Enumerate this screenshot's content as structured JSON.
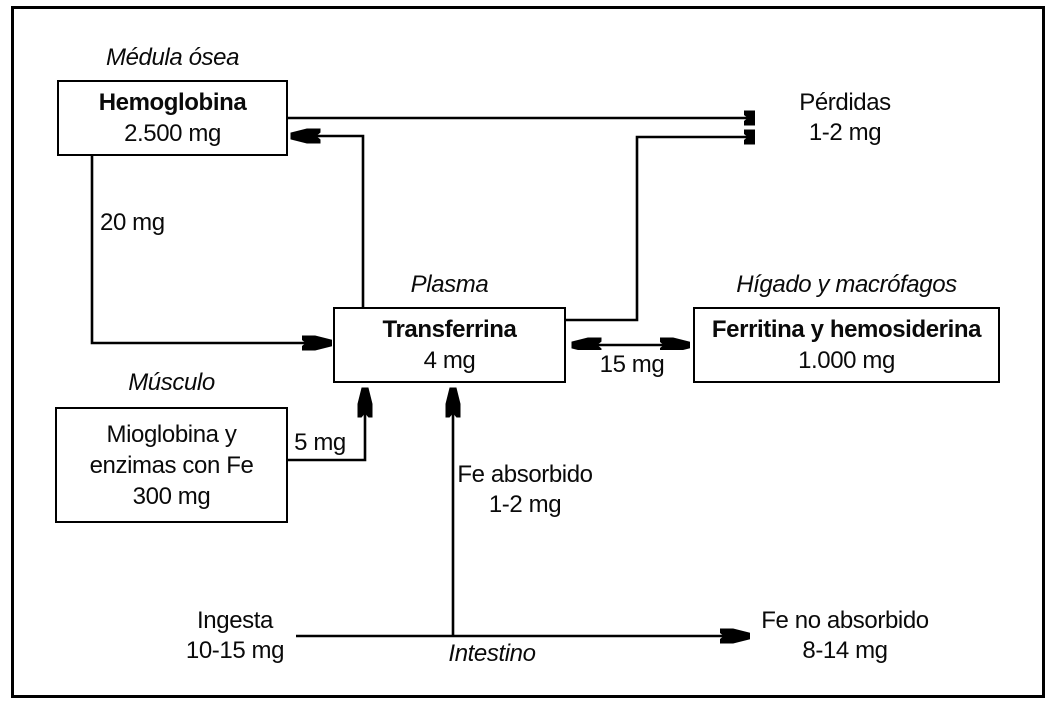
{
  "figure": {
    "background": "#ffffff",
    "line_color": "#000000",
    "regions": {
      "medula_osea": "Médula ósea",
      "plasma": "Plasma",
      "higado": "Hígado y macrófagos",
      "musculo": "Músculo",
      "intestino": "Intestino"
    },
    "boxes": {
      "hemoglobina": {
        "title": "Hemoglobina",
        "amount": "2.500 mg"
      },
      "transferrina": {
        "title": "Transferrina",
        "amount": "4 mg"
      },
      "ferritina": {
        "title": "Ferritina y hemosiderina",
        "amount": "1.000 mg"
      },
      "mioglobina": {
        "title_line1": "Mioglobina y",
        "title_line2": "enzimas con Fe",
        "amount": "300 mg"
      }
    },
    "flows": {
      "perdidas": {
        "label": "Pérdidas",
        "amount": "1-2 mg",
        "from": "hemoglobina y transferrina"
      },
      "hemoglobina_a_transferrina": {
        "amount": "20 mg"
      },
      "transferrina_ferritina": {
        "amount": "15 mg",
        "direction": "bidirectional"
      },
      "mioglobina_a_transferrina": {
        "amount": "5 mg"
      },
      "fe_absorbido": {
        "label": "Fe absorbido",
        "amount": "1-2 mg",
        "from": "intestino",
        "to": "transferrina"
      },
      "ingesta": {
        "label": "Ingesta",
        "amount": "10-15 mg"
      },
      "fe_no_absorbido": {
        "label": "Fe no absorbido",
        "amount": "8-14 mg"
      }
    }
  }
}
